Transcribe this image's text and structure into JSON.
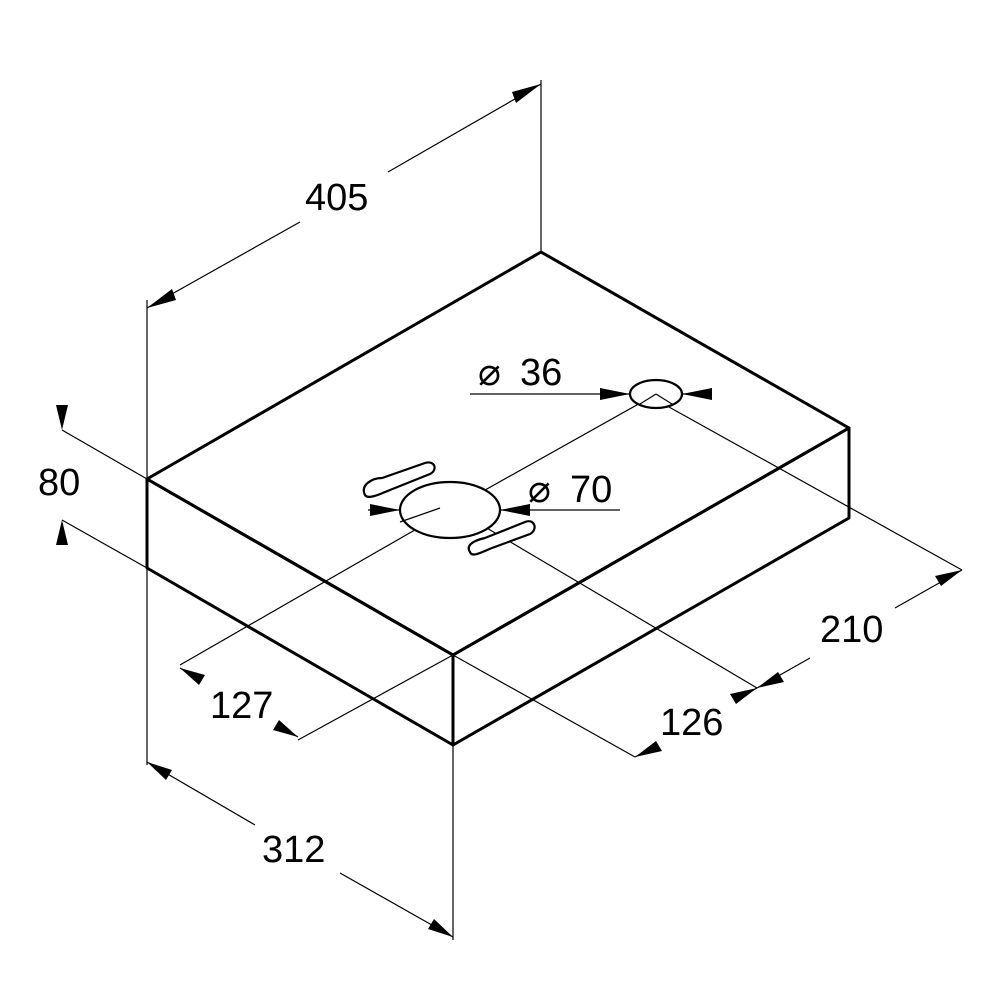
{
  "dimensions": {
    "length": "405",
    "height": "80",
    "depth": "312",
    "hole_small_diameter": "36",
    "hole_large_diameter": "70",
    "hole_large_offset_left": "127",
    "hole_large_offset_front": "126",
    "hole_small_offset": "210"
  },
  "diameter_symbol": "⌀"
}
